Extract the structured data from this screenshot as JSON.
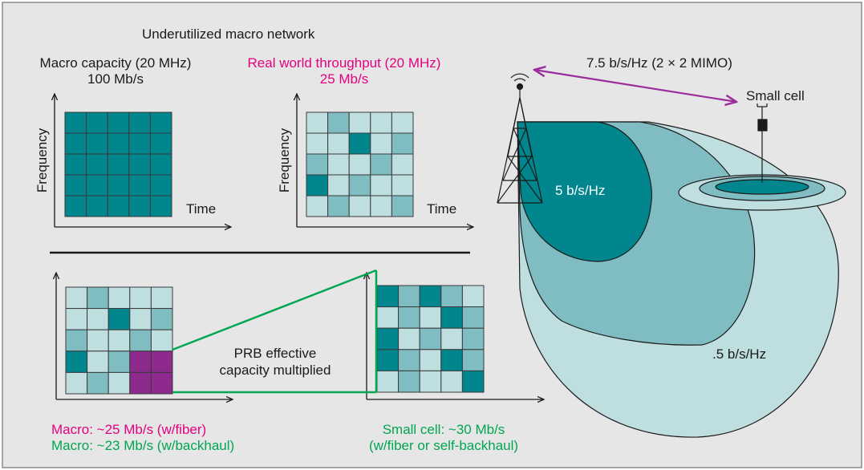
{
  "colors": {
    "background": "#e6e6e6",
    "border": "#8a8a8a",
    "dark_teal": "#00868c",
    "mid_teal": "#7fbdc2",
    "light_teal": "#bfdee0",
    "purple": "#8e2a8e",
    "magenta_text": "#e5007e",
    "green": "#00a651",
    "purple_arrow": "#9b2c9b",
    "black": "#1a1a1a"
  },
  "top": {
    "title": "Underutilized macro network",
    "macro_capacity": {
      "line1": "Macro capacity (20 MHz)",
      "line2": "100 Mb/s"
    },
    "real_world": {
      "line1": "Real world throughput (20 MHz)",
      "line2": "25 Mb/s"
    },
    "axis_y": "Frequency",
    "axis_x": "Time"
  },
  "grids": {
    "full": [
      [
        "D",
        "D",
        "D",
        "D",
        "D"
      ],
      [
        "D",
        "D",
        "D",
        "D",
        "D"
      ],
      [
        "D",
        "D",
        "D",
        "D",
        "D"
      ],
      [
        "D",
        "D",
        "D",
        "D",
        "D"
      ],
      [
        "D",
        "D",
        "D",
        "D",
        "D"
      ]
    ],
    "real_world": [
      [
        "L",
        "M",
        "L",
        "L",
        "L"
      ],
      [
        "L",
        "L",
        "D",
        "L",
        "M"
      ],
      [
        "M",
        "L",
        "L",
        "M",
        "L"
      ],
      [
        "D",
        "L",
        "M",
        "L",
        "L"
      ],
      [
        "L",
        "M",
        "L",
        "L",
        "M"
      ]
    ],
    "macro_bottom": [
      [
        "L",
        "M",
        "L",
        "L",
        "L"
      ],
      [
        "L",
        "L",
        "D",
        "L",
        "M"
      ],
      [
        "M",
        "L",
        "L",
        "M",
        "L"
      ],
      [
        "D",
        "L",
        "M",
        "P",
        "P"
      ],
      [
        "L",
        "M",
        "L",
        "P",
        "P"
      ]
    ],
    "small_cell": [
      [
        "D",
        "M",
        "D",
        "M",
        "L"
      ],
      [
        "L",
        "M",
        "L",
        "D",
        "M"
      ],
      [
        "D",
        "L",
        "M",
        "L",
        "M"
      ],
      [
        "D",
        "M",
        "L",
        "D",
        "M"
      ],
      [
        "L",
        "M",
        "L",
        "L",
        "D"
      ]
    ]
  },
  "middle": {
    "prb_line1": "PRB effective",
    "prb_line2": "capacity multiplied"
  },
  "bottom": {
    "macro_fiber": "Macro: ~25 Mb/s (w/fiber)",
    "macro_backhaul": "Macro: ~23 Mb/s (w/backhaul)",
    "small_cell_line1": "Small cell: ~30 Mb/s",
    "small_cell_line2": "(w/fiber or self-backhaul)"
  },
  "coverage": {
    "mimo_label": "7.5 b/s/Hz (2 × 2 MIMO)",
    "small_cell_label": "Small cell",
    "inner_label": "5 b/s/Hz",
    "outer_label": ".5 b/s/Hz"
  }
}
